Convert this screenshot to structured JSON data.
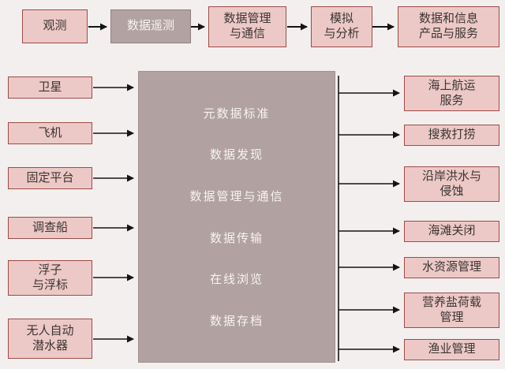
{
  "colors": {
    "background": "#f3efee",
    "pink_fill": "#ecc9c6",
    "pink_border": "#9e4b47",
    "gray_fill": "#b2a2a2",
    "center_fill": "#b1a1a1",
    "arrow": "#141414",
    "text_dark": "#3b3434",
    "text_light": "#f8f3f2"
  },
  "top_flow": [
    {
      "label": "观测"
    },
    {
      "label": "数据遥测"
    },
    {
      "label": "数据管理\n与通信"
    },
    {
      "label": "模拟\n与分析"
    },
    {
      "label": "数据和信息\n产品与服务"
    }
  ],
  "sources": [
    {
      "label": "卫星"
    },
    {
      "label": "飞机"
    },
    {
      "label": "固定平台"
    },
    {
      "label": "调查船"
    },
    {
      "label": "浮子\n与浮标"
    },
    {
      "label": "无人自动\n潜水器"
    }
  ],
  "center": {
    "items": [
      "元数据标准",
      "数据发现",
      "数据管理与通信",
      "数据传输",
      "在线浏览",
      "数据存档"
    ]
  },
  "services": [
    {
      "label": "海上航运\n服务"
    },
    {
      "label": "搜救打捞"
    },
    {
      "label": "沿岸洪水与\n侵蚀"
    },
    {
      "label": "海滩关闭"
    },
    {
      "label": "水资源管理"
    },
    {
      "label": "营养盐荷载\n管理"
    },
    {
      "label": "渔业管理"
    }
  ]
}
